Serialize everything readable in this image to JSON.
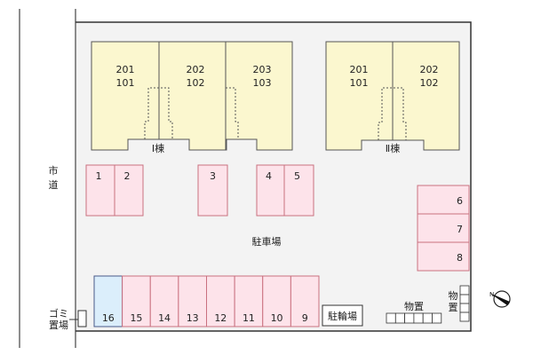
{
  "road_label": [
    "市",
    "道"
  ],
  "parking_label": "駐車場",
  "bicycle_parking_label": "駐輪場",
  "storage_label": "物置",
  "storage_vertical_label": [
    "物",
    "置"
  ],
  "garbage_label": [
    "ゴミ",
    "置場"
  ],
  "building_1": {
    "name": "Ⅰ棟",
    "units": [
      {
        "upper": "201",
        "lower": "101"
      },
      {
        "upper": "202",
        "lower": "102"
      },
      {
        "upper": "203",
        "lower": "103"
      }
    ]
  },
  "building_2": {
    "name": "Ⅱ棟",
    "units": [
      {
        "upper": "201",
        "lower": "101"
      },
      {
        "upper": "202",
        "lower": "102"
      }
    ]
  },
  "parking_spaces": {
    "top": [
      "1",
      "2",
      "3",
      "4",
      "5"
    ],
    "right": [
      "6",
      "7",
      "8"
    ],
    "bottom": [
      "16",
      "15",
      "14",
      "13",
      "12",
      "11",
      "10",
      "9"
    ]
  },
  "colors": {
    "site": "#f3f3f3",
    "building": "#fbf7cf",
    "parking": "#fde3ea",
    "parking_border": "#c9707f",
    "parking_highlight": "#dbeefb"
  }
}
